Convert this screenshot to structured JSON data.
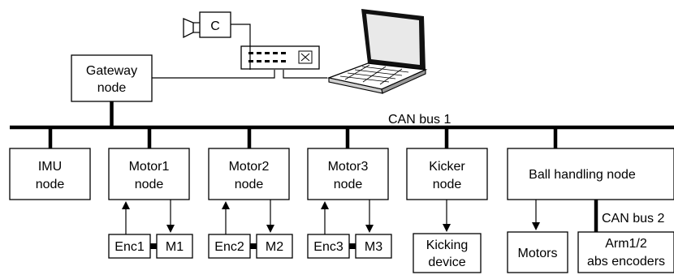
{
  "buses": {
    "can1": "CAN bus 1",
    "can2": "CAN bus 2"
  },
  "camera": "C",
  "gateway": [
    "Gateway",
    "node"
  ],
  "nodes": {
    "imu": [
      "IMU",
      "node"
    ],
    "motor1": [
      "Motor1",
      "node"
    ],
    "motor2": [
      "Motor2",
      "node"
    ],
    "motor3": [
      "Motor3",
      "node"
    ],
    "kicker": [
      "Kicker",
      "node"
    ],
    "ball": [
      "Ball handling node"
    ]
  },
  "devices": {
    "enc1": "Enc1",
    "m1": "M1",
    "enc2": "Enc2",
    "m2": "M2",
    "enc3": "Enc3",
    "m3": "M3",
    "kicking": [
      "Kicking",
      "device"
    ],
    "motors": "Motors",
    "arm": [
      "Arm1/2",
      "abs encoders"
    ]
  }
}
